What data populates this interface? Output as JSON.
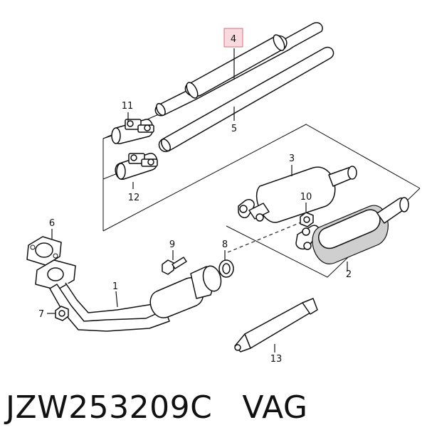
{
  "callouts": {
    "c1": "1",
    "c2": "2",
    "c3": "3",
    "c4": "4",
    "c5": "5",
    "c6": "6",
    "c7": "7",
    "c8": "8",
    "c9": "9",
    "c10": "10",
    "c11": "11",
    "c12": "12",
    "c13": "13"
  },
  "highlighted_callout": "4",
  "caption": {
    "part_number": "JZW253209C",
    "brand": "VAG"
  }
}
